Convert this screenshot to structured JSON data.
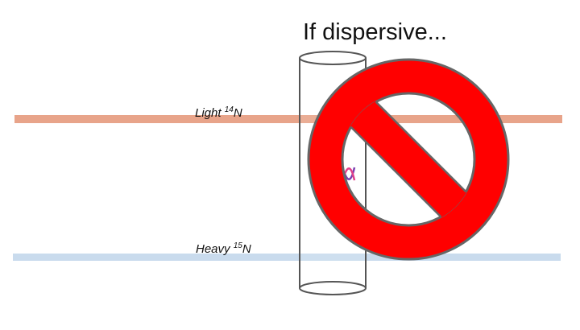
{
  "title": "If dispersive...",
  "bands": {
    "light": {
      "label": "Light",
      "isotope_mass": "14",
      "element": "N",
      "color": "#e8a48a"
    },
    "heavy": {
      "label": "Heavy",
      "isotope_mass": "15",
      "element": "N",
      "color": "#c9dbed"
    }
  },
  "symbols": {
    "prohibition": {
      "icon": "no-sign-icon",
      "fill": "#ff0000",
      "outline": "#666666"
    },
    "tube": {
      "icon": "centrifuge-tube-icon",
      "outline": "#555555"
    },
    "dna": {
      "icon": "dna-helix-icon",
      "colors": [
        "#7a3fb0",
        "#e0408a"
      ]
    }
  }
}
